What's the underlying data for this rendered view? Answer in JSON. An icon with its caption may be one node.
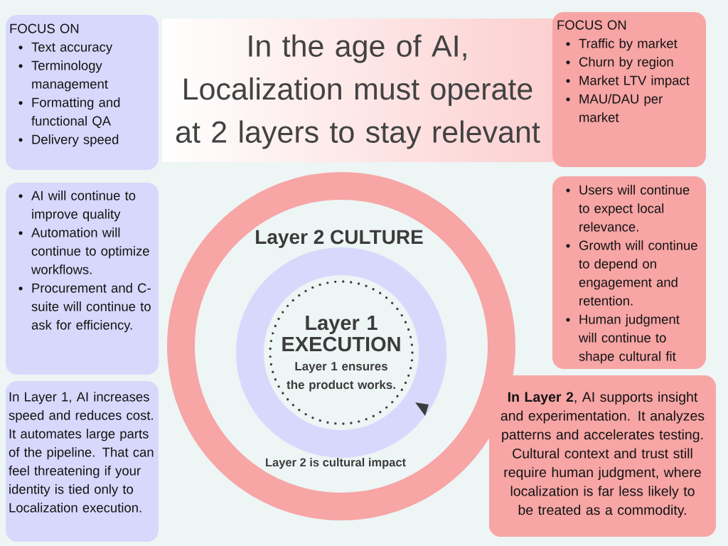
{
  "diagram": {
    "title": "In the age of AI, Localization must operate at 2 layers to stay relevant",
    "nodes": [
      {
        "text": [
          "FOCUS ON",
          "Text accuracy",
          "Terminology management",
          "Formatting and functional QA",
          "Delivery speed"
        ]
      },
      {
        "text": [
          "FOCUS ON",
          "Traffic by market",
          "Churn by region",
          "Market LTV impact",
          "MAU/DAU per market"
        ]
      },
      {
        "text": [
          "AI will continue to improve quality",
          "Automation will continue to optimize workflows.",
          "Procurement and C-suite will continue to ask for efficiency."
        ]
      },
      {
        "text": [
          "Layer 2 CULTURE",
          "Layer 2 is cultural impact"
        ]
      },
      {
        "text": [
          "Layer 1 EXECUTION",
          "Layer 1 ensures the product works."
        ],
        "in": 3
      },
      {
        "text": [
          "Users will continue to expect local relevance.",
          "Growth will continue to depend on engagement and retention.",
          "Human judgment will continue to shape cultural fit"
        ]
      },
      {
        "text": [
          "In Layer 1, AI increases speed and reduces cost. It automates large parts of the pipeline. That can feel threatening if your identity is tied only to Localization execution."
        ]
      },
      {
        "text": [
          "**In Layer 2**, AI supports insight and experimentation. It analyzes patterns and accelerates testing. Cultural context and trust still require human judgment, where localization is far less likely to be treated as a commodity."
        ]
      }
    ]
  }
}
